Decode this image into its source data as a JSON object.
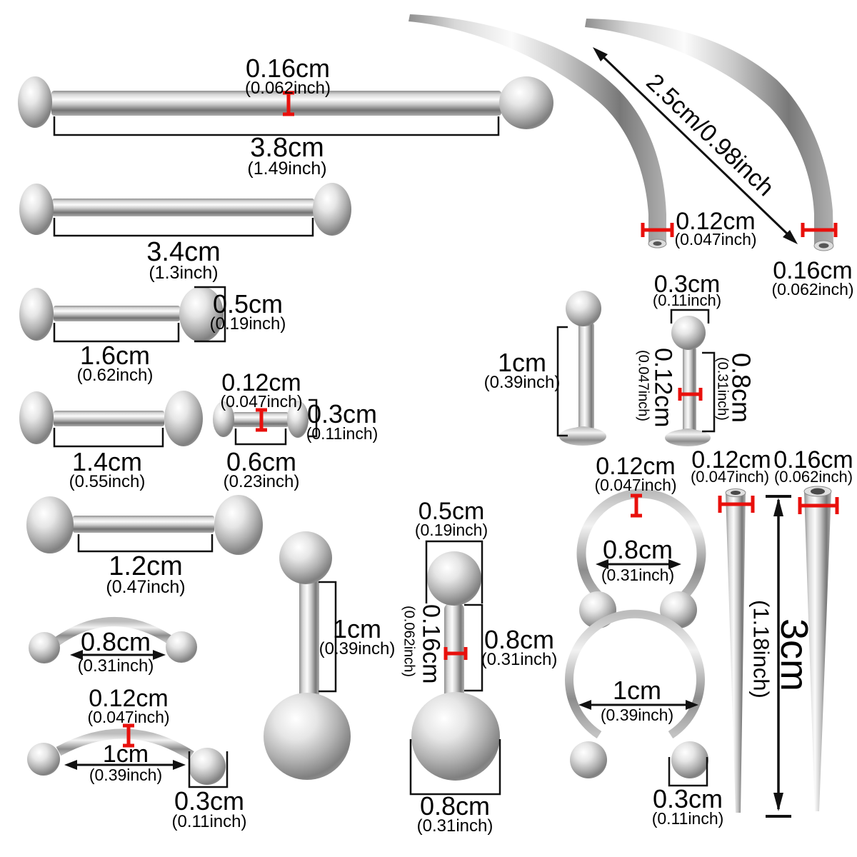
{
  "colors": {
    "marker_red": "#e8100c",
    "text": "#000000",
    "line_black": "#111111"
  },
  "items": {
    "industrial_38": {
      "thickness": "0.16cm",
      "thickness_in": "(0.062inch)",
      "length": "3.8cm",
      "length_in": "(1.49inch)"
    },
    "industrial_34": {
      "length": "3.4cm",
      "length_in": "(1.3inch)"
    },
    "barbell_16": {
      "ball": "0.5cm",
      "ball_in": "(0.19inch)",
      "length": "1.6cm",
      "length_in": "(0.62inch)"
    },
    "barbell_14": {
      "length": "1.4cm",
      "length_in": "(0.55inch)"
    },
    "barbell_06": {
      "thickness": "0.12cm",
      "thickness_in": "(0.047inch)",
      "length": "0.6cm",
      "length_in": "(0.23inch)",
      "ball": "0.3cm",
      "ball_in": "(0.11inch)"
    },
    "barbell_12": {
      "length": "1.2cm",
      "length_in": "(0.47inch)"
    },
    "curved_08": {
      "length": "0.8cm",
      "length_in": "(0.31inch)"
    },
    "curved_10": {
      "thickness": "0.12cm",
      "thickness_in": "(0.047inch)",
      "length": "1cm",
      "length_in": "(0.39inch)",
      "ball": "0.3cm",
      "ball_in": "(0.11inch)"
    },
    "belly_10": {
      "bar": "1cm",
      "bar_in": "(0.39inch)"
    },
    "belly_08": {
      "top_ball": "0.5cm",
      "top_ball_in": "(0.19inch)",
      "thickness": "0.16cm",
      "thickness_in": "(0.062inch)",
      "bar": "0.8cm",
      "bar_in": "(0.31inch)",
      "bottom_ball": "0.8cm",
      "bottom_ball_in": "(0.31inch)"
    },
    "labret_10": {
      "bar": "1cm",
      "bar_in": "(0.39inch)"
    },
    "labret_08": {
      "ball": "0.3cm",
      "ball_in": "(0.11inch)",
      "thickness": "0.12cm",
      "thickness_in": "(0.047inch)",
      "bar": "0.8cm",
      "bar_in": "(0.31inch)"
    },
    "curved_taper": {
      "length": "2.5cm/0.98inch",
      "thin": "0.12cm",
      "thin_in": "(0.047inch)",
      "thick": "0.16cm",
      "thick_in": "(0.062inch)"
    },
    "horseshoe_08": {
      "thickness": "0.12cm",
      "thickness_in": "(0.047inch)",
      "gap": "0.8cm",
      "gap_in": "(0.31inch)"
    },
    "horseshoe_10": {
      "gap": "1cm",
      "gap_in": "(0.39inch)",
      "ball": "0.3cm",
      "ball_in": "(0.11inch)"
    },
    "straight_taper": {
      "thin": "0.12cm",
      "thin_in": "(0.047inch)",
      "thick": "0.16cm",
      "thick_in": "(0.062inch)",
      "length": "3cm",
      "length_in": "(1.18inch)"
    }
  }
}
